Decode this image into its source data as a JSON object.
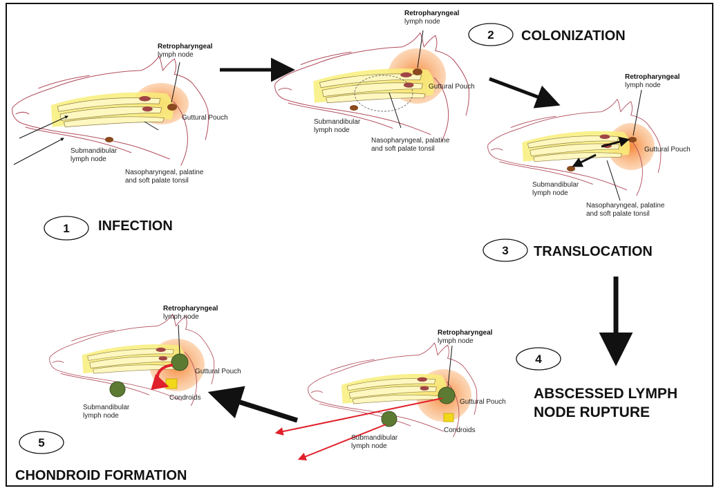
{
  "stages": {
    "s1": {
      "number": "1",
      "title": "INFECTION"
    },
    "s2": {
      "number": "2",
      "title": "COLONIZATION"
    },
    "s3": {
      "number": "3",
      "title": "TRANSLOCATION"
    },
    "s4": {
      "number": "4",
      "title_line1": "ABSCESSED LYMPH",
      "title_line2": "NODE RUPTURE"
    },
    "s5": {
      "number": "5",
      "title": "CHONDROID FORMATION"
    }
  },
  "labels": {
    "retro_bold": "Retropharyngeal",
    "lymph_node": "lymph node",
    "guttural_pouch": "Guttural Pouch",
    "submandibular": "Submandibular",
    "tonsil_line1": "Nasopharyngeal, palatine",
    "tonsil_line2": "and soft palate tonsil",
    "condroids": "Condroids"
  },
  "colors": {
    "arrow": "#111111",
    "rupture_arrow": "#e0202a",
    "pouch": "#f7a15a",
    "pharynx": "#f8ef7a",
    "node": "#8a4a1e",
    "abscess": "#5d7a33",
    "chondroid": "#f2d81b",
    "outline": "#b04a5a"
  }
}
